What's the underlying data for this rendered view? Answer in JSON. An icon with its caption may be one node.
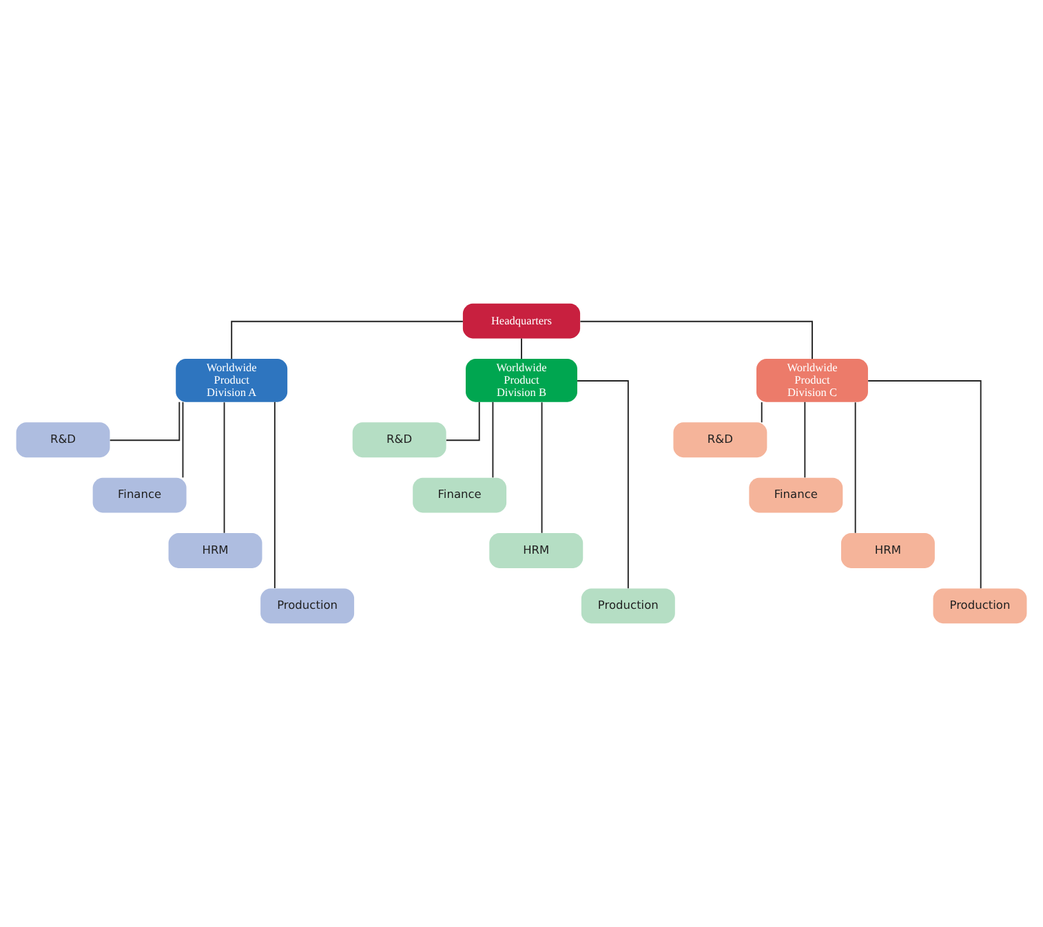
{
  "diagram": {
    "nodes": [
      {
        "text": [
          "Headquarters"
        ]
      },
      {
        "text": [
          "Worldwide Product Division A"
        ]
      },
      {
        "text": [
          "Worldwide Product Division B"
        ]
      },
      {
        "text": [
          "Worldwide Product Division C"
        ]
      },
      {
        "text": [
          "R&D"
        ]
      },
      {
        "text": [
          "Finance"
        ]
      },
      {
        "text": [
          "HRM"
        ]
      },
      {
        "text": [
          "Production"
        ]
      },
      {
        "text": [
          "R&D"
        ]
      },
      {
        "text": [
          "Finance"
        ]
      },
      {
        "text": [
          "HRM"
        ]
      },
      {
        "text": [
          "Production"
        ]
      },
      {
        "text": [
          "R&D"
        ]
      },
      {
        "text": [
          "Finance"
        ]
      },
      {
        "text": [
          "HRM"
        ]
      },
      {
        "text": [
          "Production"
        ]
      }
    ],
    "edges": [
      {
        "from": 0,
        "to": 1,
        "arrow": "none"
      },
      {
        "from": 0,
        "to": 2,
        "arrow": "none"
      },
      {
        "from": 0,
        "to": 3,
        "arrow": "none"
      },
      {
        "from": 1,
        "to": 4,
        "arrow": "none"
      },
      {
        "from": 1,
        "to": 5,
        "arrow": "none"
      },
      {
        "from": 1,
        "to": 6,
        "arrow": "none"
      },
      {
        "from": 1,
        "to": 7,
        "arrow": "none"
      },
      {
        "from": 2,
        "to": 8,
        "arrow": "none"
      },
      {
        "from": 2,
        "to": 9,
        "arrow": "none"
      },
      {
        "from": 2,
        "to": 10,
        "arrow": "none"
      },
      {
        "from": 2,
        "to": 11,
        "arrow": "none"
      },
      {
        "from": 3,
        "to": 12,
        "arrow": "none"
      },
      {
        "from": 3,
        "to": 13,
        "arrow": "none"
      },
      {
        "from": 3,
        "to": 14,
        "arrow": "none"
      },
      {
        "from": 3,
        "to": 15,
        "arrow": "none"
      }
    ]
  }
}
